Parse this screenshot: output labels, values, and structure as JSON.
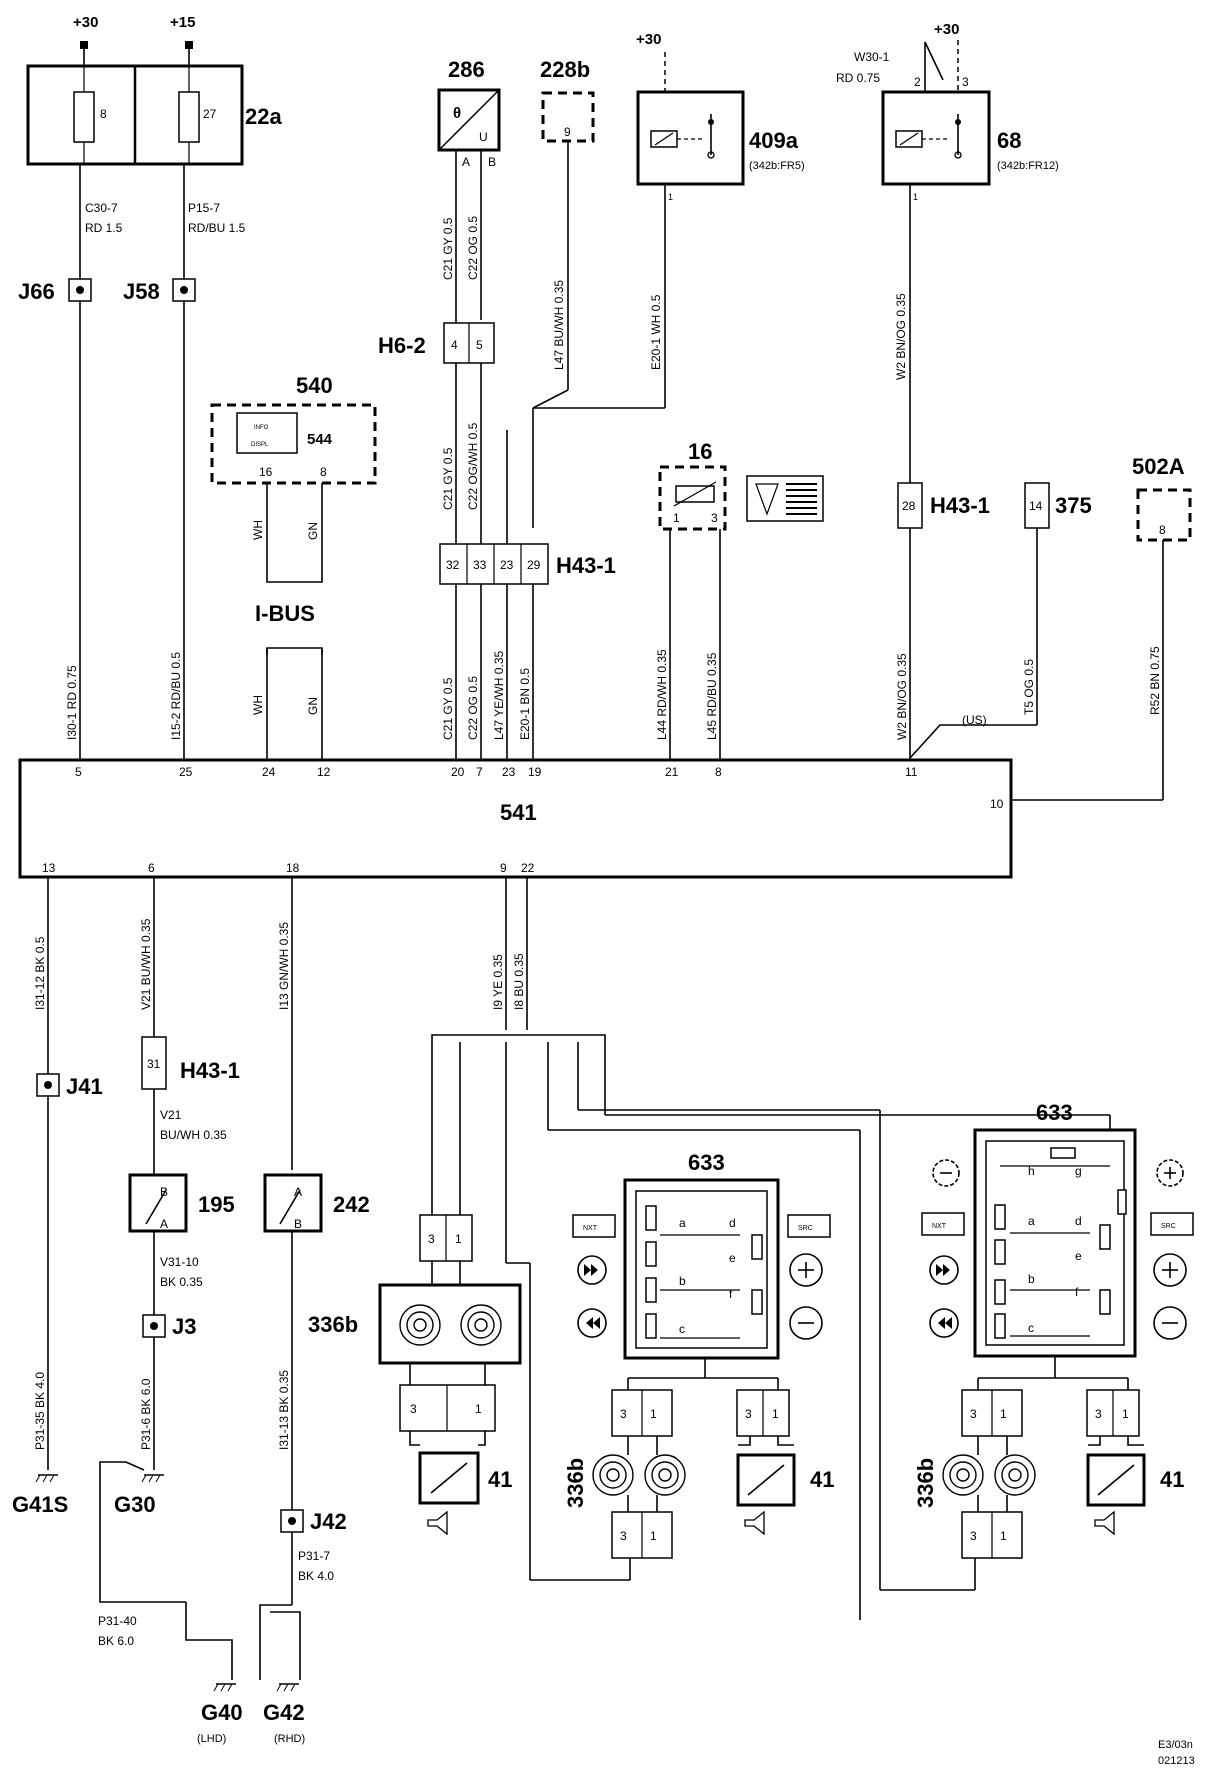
{
  "supply": {
    "b30": "+30",
    "b15": "+15"
  },
  "fuse_box": {
    "id": "22a",
    "fuses": [
      "8",
      "27"
    ]
  },
  "wires_top": {
    "c30": [
      "C30-7",
      "RD  1.5"
    ],
    "p15": [
      "P15-7",
      "RD/BU  1.5"
    ],
    "c21": "C21  GY  0.5",
    "c22": "C22  OG  0.5",
    "l47": "L47  BU/WH  0.35",
    "e20": "E20-1  WH  0.5",
    "w2": "W2  BN/OG  0.35",
    "w30": [
      "W30-1",
      "RD   0.75"
    ],
    "c21b": "C21  GY  0.5",
    "c22b": "C22  OG/WH  0.5"
  },
  "splices": {
    "j66": "J66",
    "j58": "J58",
    "j41": "J41",
    "j3": "J3",
    "j42": "J42"
  },
  "components": {
    "c286": {
      "id": "286",
      "sym": "θ",
      "u": "U",
      "a": "A",
      "b": "B"
    },
    "c228b": {
      "id": "228b",
      "pin": "9"
    },
    "c409a": {
      "id": "409a",
      "ref": "(342b:FR5)",
      "pin": "1",
      "supply": "+30"
    },
    "c68": {
      "id": "68",
      "ref": "(342b:FR12)",
      "pin1": "1",
      "pin2": "2",
      "pin3": "3",
      "supply": "+30"
    },
    "c540": {
      "id": "540",
      "inner": "544",
      "info1": "INFO",
      "info2": "DISPL",
      "pin16": "16",
      "pin8": "8"
    },
    "c16": {
      "id": "16",
      "pin1": "1",
      "pin3": "3"
    },
    "c375": {
      "id": "375",
      "pin": "14"
    },
    "c502a": {
      "id": "502A",
      "pin": "8"
    },
    "c541": {
      "id": "541"
    }
  },
  "connectors": {
    "h62": {
      "id": "H6-2",
      "pins": [
        "4",
        "5"
      ]
    },
    "h431a": {
      "id": "H43-1",
      "pins": [
        "32",
        "33",
        "23",
        "29"
      ]
    },
    "h431b": {
      "id": "H43-1",
      "pin": "28"
    },
    "h431c": {
      "id": "H43-1",
      "pin": "31"
    }
  },
  "ibus": "I-BUS",
  "mid_wires": {
    "i30": "I30-1  RD  0.75",
    "i15": "I15-2  RD/BU  0.5",
    "wh": "WH",
    "gn": "GN",
    "c21": "C21  GY  0.5",
    "c22": "C22  OG  0.5",
    "l47": "L47  YE/WH  0.35",
    "e20": "E20-1  BN  0.5",
    "l44": "L44  RD/WH  0.35",
    "l45": "L45  RD/BU  0.35",
    "w2": "W2  BN/OG  0.35",
    "t5": "T5  OG  0.5",
    "r52": "R52  BN  0.75",
    "us": "(US)"
  },
  "ecu_pins_top": [
    "5",
    "25",
    "24",
    "12",
    "20",
    "7",
    "23",
    "19",
    "21",
    "8",
    "11"
  ],
  "ecu_pin_right": "10",
  "ecu_pins_bottom": [
    "13",
    "6",
    "18",
    "9",
    "22"
  ],
  "bottom_wires": {
    "i31_12": "I31-12  BK  0.5",
    "v21": "V21  BU/WH  0.35",
    "i13": "I13  GN/WH  0.35",
    "i9": "I9  YE  0.35",
    "i8": "I8  BU  0.35",
    "v21b": [
      "V21",
      "BU/WH  0.35"
    ],
    "v31": [
      "V31-10",
      "BK   0.35"
    ],
    "p31_35": "P31-35  BK  4.0",
    "p31_6": "P31-6  BK  6.0",
    "i31_13": "I31-13  BK  0.35",
    "p31_7": [
      "P31-7",
      "BK  4.0"
    ],
    "p31_40": [
      "P31-40",
      "BK   6.0"
    ]
  },
  "switches": {
    "s195": {
      "id": "195",
      "b": "B",
      "a": "A"
    },
    "s242": {
      "id": "242",
      "a": "A",
      "b": "B"
    }
  },
  "grounds": {
    "g41s": "G41S",
    "g30": "G30",
    "g40": "G40",
    "g42": "G42",
    "lhd": "(LHD)",
    "rhd": "(RHD)"
  },
  "horn": {
    "id": "336b",
    "pin3": "3",
    "pin1": "1",
    "buzzer": "41"
  },
  "sw633": {
    "id": "633",
    "nxt": "NXT",
    "src": "SRC",
    "contacts": [
      "a",
      "b",
      "c",
      "d",
      "e",
      "f"
    ],
    "contacts_extra": [
      "h",
      "g"
    ]
  },
  "footer": {
    "code1": "E3/03n",
    "code2": "021213"
  }
}
